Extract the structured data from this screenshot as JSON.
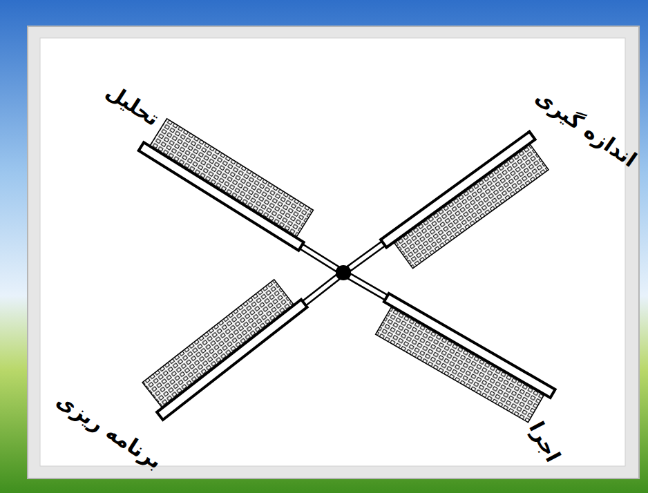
{
  "diagram": {
    "labels": [
      "تحلیل",
      "اندازه گیری",
      "برنامه ریزی",
      "اجرا"
    ]
  }
}
